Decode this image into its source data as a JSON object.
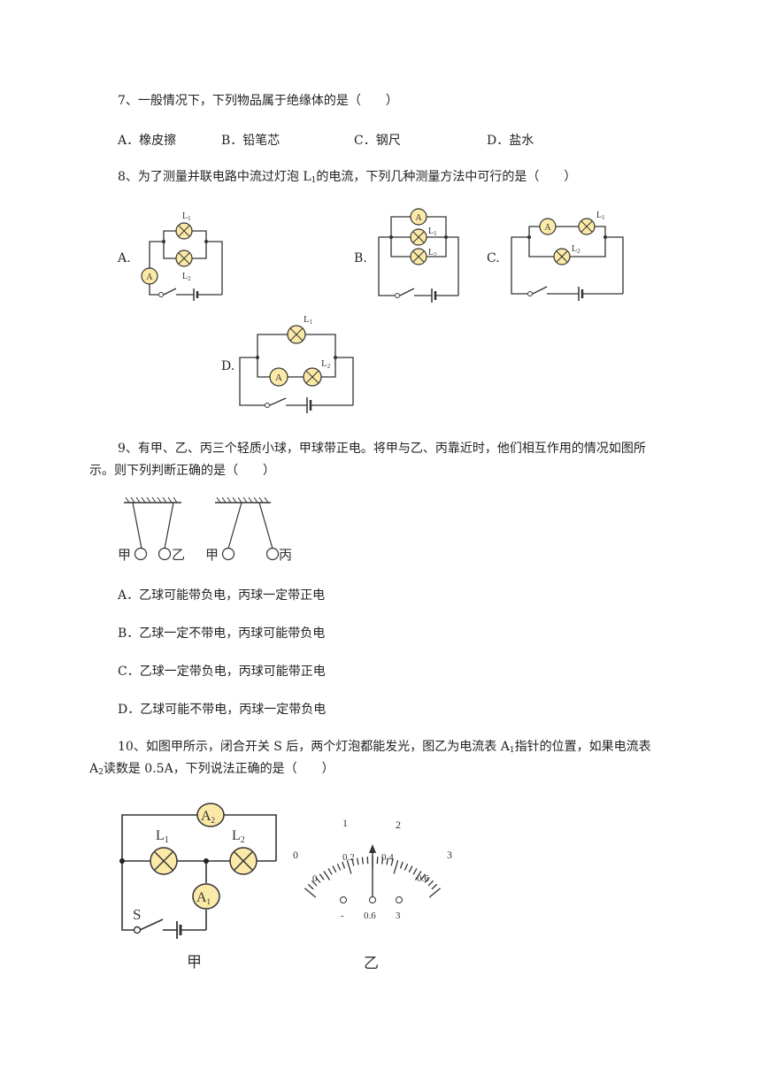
{
  "q7": {
    "stem": "7、一般情况下，下列物品属于绝缘体的是（　　）",
    "options": [
      "A．橡皮擦",
      "B．铅笔芯",
      "C．钢尺",
      "D．盐水"
    ]
  },
  "q8": {
    "stem_pre": "8、为了测量并联电路中流过灯泡 L",
    "stem_sub": "1",
    "stem_post": "的电流，下列几种测量方法中可行的是（　　）",
    "labels": [
      "A.",
      "B.",
      "C.",
      "D."
    ],
    "circuit_text": {
      "lamp1": "L",
      "lamp2": "L",
      "sub1": "1",
      "sub2": "2",
      "ammeter": "A"
    }
  },
  "q9": {
    "stem_line1": "9、有甲、乙、丙三个轻质小球，甲球带正电。将甲与乙、丙靠近时，他们相互作用的情况如图所",
    "stem_line2": "示。则下列判断正确的是（　　）",
    "ball_labels": [
      "甲",
      "乙",
      "甲",
      "丙"
    ],
    "options": [
      "A．乙球可能带负电，丙球一定带正电",
      "B．乙球一定不带电，丙球可能带负电",
      "C．乙球一定带负电，丙球可能带正电",
      "D．乙球可能不带电，丙球一定带负电"
    ]
  },
  "q10": {
    "stem_line1_pre": "10、如图甲所示，闭合开关 S 后，两个灯泡都能发光，图乙为电流表 A",
    "stem_line1_sub": "1",
    "stem_line1_post": "指针的位置，如果电流表",
    "stem_line2_pre": "A",
    "stem_line2_sub": "2",
    "stem_line2_post": "读数是 0.5A，下列说法正确的是（　　）",
    "fig_labels": {
      "switch": "S",
      "jia": "甲",
      "yi": "乙",
      "A": "A",
      "L": "L",
      "s1": "1",
      "s2": "2"
    },
    "meter": {
      "upper_scale": [
        "0",
        "1",
        "2",
        "3"
      ],
      "lower_scale": [
        "0",
        "0.2",
        "0.4",
        "0.6"
      ],
      "terminals": [
        "-",
        "0.6",
        "3"
      ]
    }
  }
}
